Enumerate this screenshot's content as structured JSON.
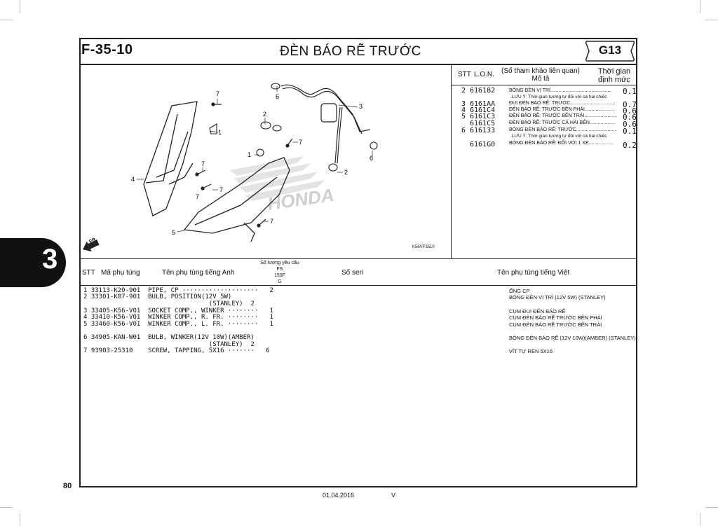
{
  "page": {
    "code": "F-35-10",
    "title": "ĐÈN BÁO RẼ TRƯỚC",
    "group": "G13",
    "chapter": "3",
    "page_number": "80",
    "date": "01.04.2016",
    "version": "V"
  },
  "lon": {
    "headers": {
      "stt": "STT",
      "lon": "L.O.N.",
      "ref": "(Số tham khảo liên quan)",
      "desc": "Mô tả",
      "time1": "Thời gian",
      "time2": "định mức"
    },
    "rows": [
      {
        "stt": "2",
        "code": "616182",
        "desc": "BÓNG ĐÈN VỊ TRÍ.............................................",
        "val": "0.1",
        "note": ".LƯU Ý: Thời gian tương tự đối với cả hai chiếc"
      },
      {
        "stt": "3",
        "code": "6161AA",
        "desc": "ĐUI ĐÈN BÁO RẼ: TRƯỚC.................................",
        "val": "0.7"
      },
      {
        "stt": "4",
        "code": "6161C4",
        "desc": "ĐÈN BÁO RẼ: TRƯỚC BÊN PHẢI......................",
        "val": "0.6"
      },
      {
        "stt": "5",
        "code": "6161C3",
        "desc": "ĐÈN BÁO RẼ: TRƯỚC BÊN TRÁI........................",
        "val": "0.6"
      },
      {
        "stt": "",
        "code": "6161C5",
        "desc": "ĐÈN BÁO RẼ: TRƯỚC CẢ HAI BÊN...................",
        "val": "0.6"
      },
      {
        "stt": "6",
        "code": "616133",
        "desc": "BÓNG ĐÈN BÁO RẼ: TRƯỚC.............................",
        "val": "0.1",
        "note": ".LƯU Ý: Thời gian tương tự đối với cả hai chiếc"
      },
      {
        "stt": "",
        "code": "6161G0",
        "desc": "BÓNG ĐÈN BÁO RẼ: ĐỔI VỚI 1 XE..................",
        "val": "0.2"
      }
    ]
  },
  "diagram": {
    "image_code": "K56VF3510",
    "fr_label": "FR.",
    "watermark": "HONDA",
    "labels": [
      "7",
      "6",
      "3",
      "2",
      "1",
      "7",
      "1",
      "7",
      "4",
      "7",
      "7",
      "2",
      "6",
      "5",
      "7"
    ]
  },
  "parts": {
    "headers": {
      "stt": "STT",
      "part_no": "Mã phụ tùng",
      "name_en": "Tên phụ tùng tiếng Anh",
      "qty_top": "Số lượng yêu cầu",
      "qty_fs": "FS",
      "qty_150f": "150F",
      "qty_g": "G",
      "serial": "Số seri",
      "name_vn": "Tên phụ tùng tiếng Việt"
    },
    "rows": [
      {
        "line": "1 33113-K20-901  PIPE, CP ····················   2",
        "vn": "ỐNG CP"
      },
      {
        "line": "2 33301-K07-901  BULB, POSITION(12V 5W)",
        "vn": "BÓNG ĐÈN VỊ TRÍ (12V 5W) (STANLEY)"
      },
      {
        "line": "                                 (STANLEY)  2",
        "vn": ""
      },
      {
        "line": "3 33405-K56-V01  SOCKET COMP., WINKER ········   1",
        "vn": "CỤM ĐUI ĐÈN BÁO RẼ"
      },
      {
        "line": "4 33410-K56-V01  WINKER COMP., R. FR. ········   1",
        "vn": "CỤM ĐÈN BÁO RẼ TRƯỚC BÊN PHẢI"
      },
      {
        "line": "5 33460-K56-V01  WINKER COMP., L. FR. ········   1",
        "vn": "CỤM ĐÈN BÁO RẼ TRƯỚC BÊN TRÁI"
      },
      {
        "line": "6 34905-KAN-W01  BULB, WINKER(12V 10W)(AMBER)",
        "vn": "BÓNG ĐÈN BÁO RẼ (12V 10W)(AMBER) (STANLEY)"
      },
      {
        "line": "                                 (STANLEY)  2",
        "vn": ""
      },
      {
        "line": "7 93903-25310    SCREW, TAPPING, 5X16 ·······   6",
        "vn": "VÍT TỰ REN 5X16"
      }
    ]
  }
}
